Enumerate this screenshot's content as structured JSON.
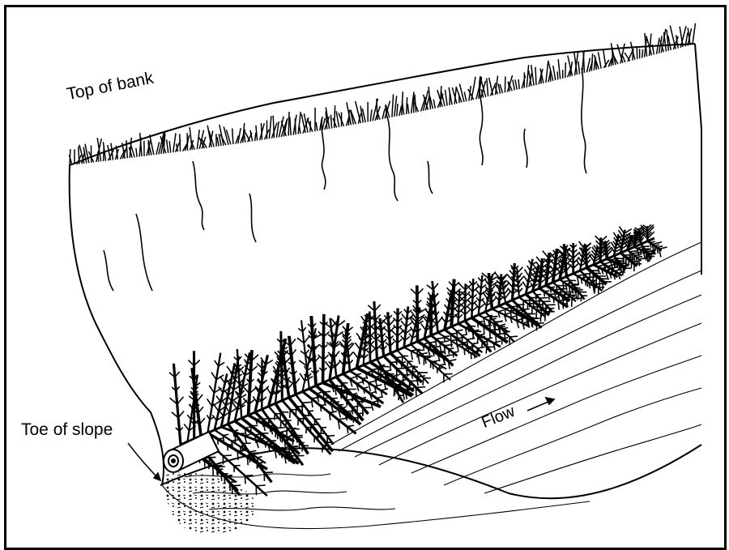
{
  "labels": {
    "top_of_bank": "Top of bank",
    "toe_of_slope": "Toe of slope",
    "flow": "Flow"
  },
  "colors": {
    "ink": "#000000",
    "paper": "#ffffff"
  },
  "icons": {
    "flow_arrow": "arrow-right-icon",
    "toe_pointer": "pointer-arrow-icon"
  }
}
